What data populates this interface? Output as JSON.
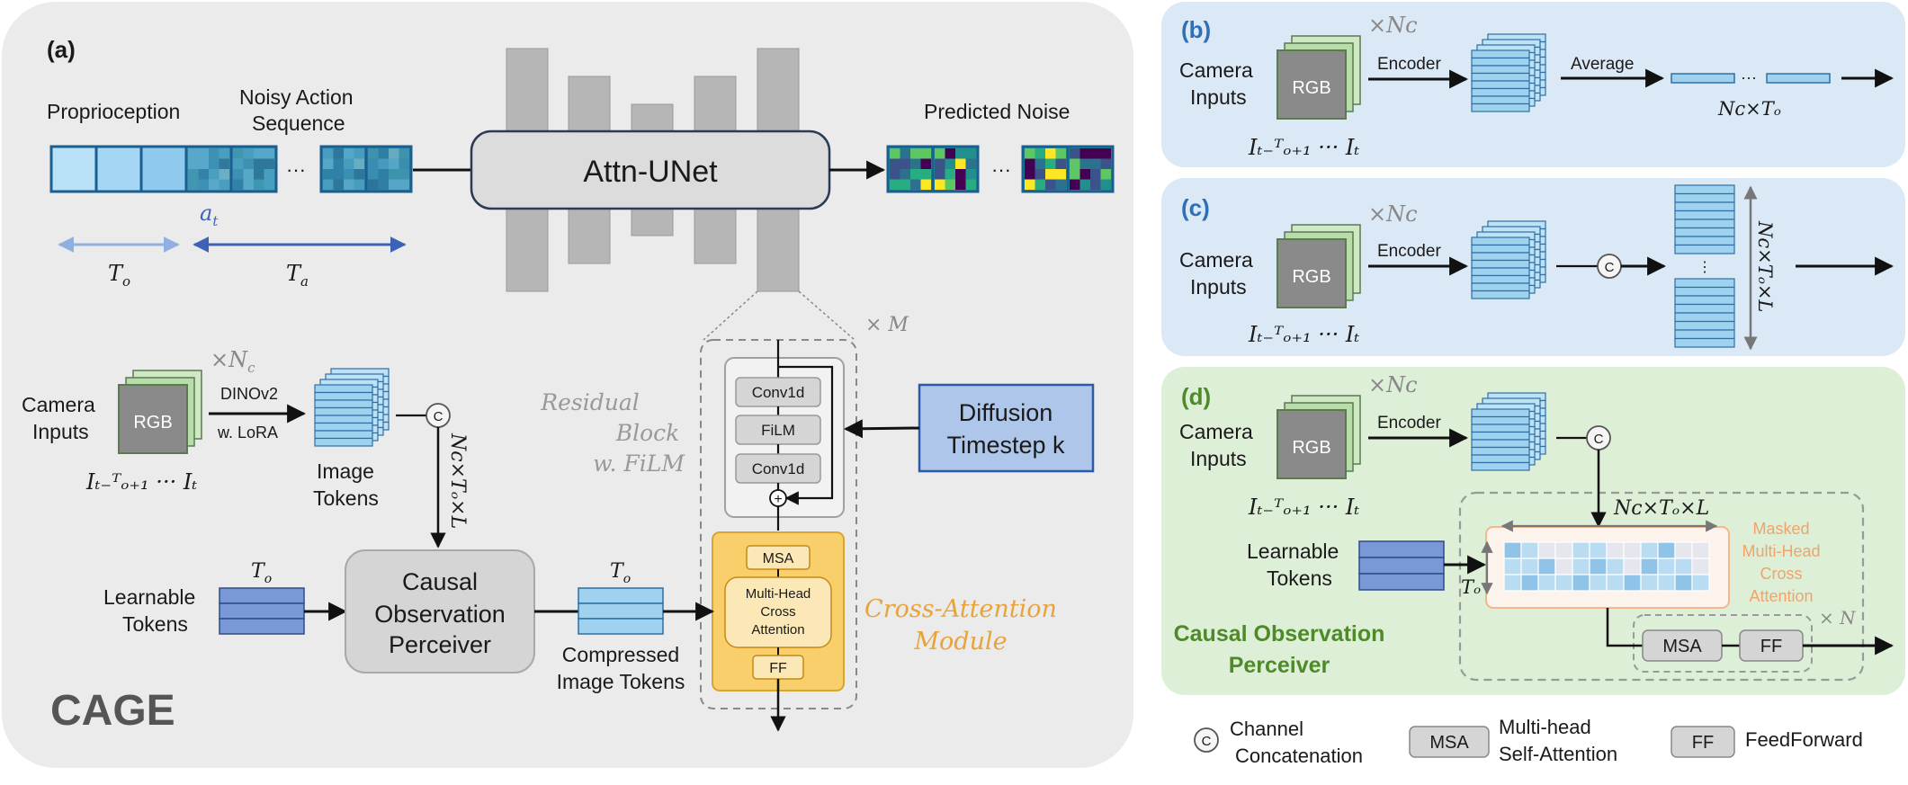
{
  "panel_a": {
    "label": "(a)",
    "proprioception": "Proprioception",
    "noisy_action_1": "Noisy Action",
    "noisy_action_2": "Sequence",
    "at": "a",
    "at_sub": "t",
    "To": "T",
    "To_sub": "o",
    "Ta": "T",
    "Ta_sub": "a",
    "ellipsis": "···",
    "attn_unet": "Attn-UNet",
    "predicted_noise": "Predicted Noise",
    "times_m": "× M",
    "residual_1": "Residual",
    "residual_2": "Block",
    "residual_3": "w. FiLM",
    "conv1d_top": "Conv1d",
    "film": "FiLM",
    "conv1d_bottom": "Conv1d",
    "diffusion_1": "Diffusion",
    "diffusion_2": "Timestep k",
    "msa": "MSA",
    "mhca_1": "Multi-Head",
    "mhca_2": "Cross",
    "mhca_3": "Attention",
    "ff": "FF",
    "cross_1": "Cross-Attention",
    "cross_2": "Module",
    "camera_1": "Camera",
    "camera_2": "Inputs",
    "times_nc": "×N",
    "times_nc_sub": "c",
    "rgb": "RGB",
    "dinov2": "DINOv2",
    "lora": "w. LoRA",
    "image_tokens_1": "Image",
    "image_tokens_2": "Tokens",
    "i_range": "Iₜ₋ᵀₒ₊₁ ··· Iₜ",
    "nc_to_l": "Nᴄ×Tₒ×L",
    "concat": "C",
    "learnable_1": "Learnable",
    "learnable_2": "Tokens",
    "causal_1": "Causal",
    "causal_2": "Observation",
    "causal_3": "Perceiver",
    "compressed_1": "Compressed",
    "compressed_2": "Image Tokens",
    "cage": "CAGE"
  },
  "panel_b": {
    "label": "(b)",
    "camera_1": "Camera",
    "camera_2": "Inputs",
    "rgb": "RGB",
    "encoder": "Encoder",
    "average": "Average",
    "nc_to": "Nᴄ×Tₒ",
    "i_range": "Iₜ₋ᵀₒ₊₁ ··· Iₜ",
    "times_nc": "×Nᴄ"
  },
  "panel_c": {
    "label": "(c)",
    "camera_1": "Camera",
    "camera_2": "Inputs",
    "rgb": "RGB",
    "encoder": "Encoder",
    "concat": "C",
    "nc_to_l": "Nᴄ×Tₒ×L",
    "i_range": "Iₜ₋ᵀₒ₊₁ ··· Iₜ",
    "times_nc": "×Nᴄ"
  },
  "panel_d": {
    "label": "(d)",
    "camera_1": "Camera",
    "camera_2": "Inputs",
    "rgb": "RGB",
    "encoder": "Encoder",
    "concat": "C",
    "i_range": "Iₜ₋ᵀₒ₊₁ ··· Iₜ",
    "times_nc": "×Nᴄ",
    "nc_to_l": "Nᴄ×Tₒ×L",
    "learnable_1": "Learnable",
    "learnable_2": "Tokens",
    "To": "Tₒ",
    "masked_1": "Masked",
    "masked_2": "Multi-Head",
    "masked_3": "Cross",
    "masked_4": "Attention",
    "times_n": "× N",
    "msa": "MSA",
    "ff": "FF",
    "title_1": "Causal Observation",
    "title_2": "Perceiver"
  },
  "legend": {
    "concat_symbol": "C",
    "concat_1": "Channel",
    "concat_2": "Concatenation",
    "msa": "MSA",
    "msa_1": "Multi-head",
    "msa_2": "Self-Attention",
    "ff": "FF",
    "ff_1": "FeedForward"
  },
  "colors": {
    "panel_a_bg": "#ebebeb",
    "panel_bc_bg": "#dbe8f6",
    "panel_d_bg": "#ddefd6",
    "token_blue": "#9fd2ef",
    "learnable_blue": "#7a98d6",
    "cross_attn_yellow": "#f8cf6a",
    "cross_attn_text": "#e8a43a",
    "perceiver_green": "#4e8a2a",
    "label_blue": "#2e6fb6",
    "label_green": "#4e8a2a"
  }
}
